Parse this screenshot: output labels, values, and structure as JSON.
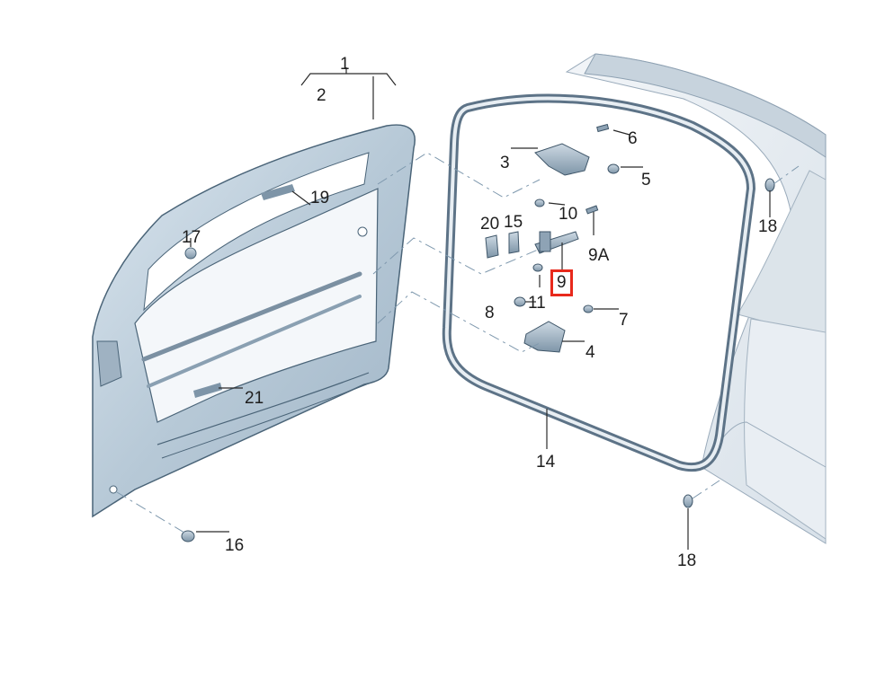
{
  "callouts": {
    "c1": "1",
    "c2": "2",
    "c3": "3",
    "c4": "4",
    "c5": "5",
    "c6": "6",
    "c7": "7",
    "c8": "8",
    "c9": "9",
    "c9a": "9A",
    "c10": "10",
    "c11": "11",
    "c14": "14",
    "c15": "15",
    "c16": "16",
    "c17": "17",
    "c18a": "18",
    "c18b": "18",
    "c19": "19",
    "c20": "20",
    "c21": "21"
  },
  "highlight": {
    "callout": "9",
    "color": "#e8291c"
  },
  "colors": {
    "door_fill": "#c3d2de",
    "door_stroke": "#4a6478",
    "body_fill": "#e6ecf2",
    "seal": "#5d7387"
  }
}
